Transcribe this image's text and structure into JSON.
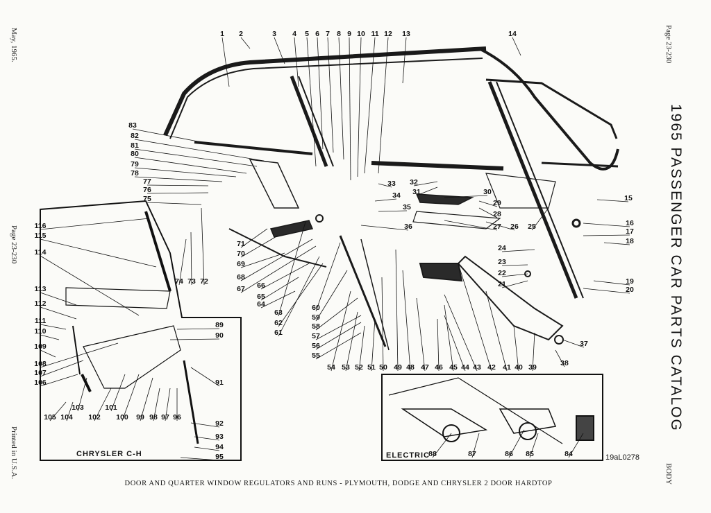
{
  "page": {
    "date": "May, 1965.",
    "page_ref_top": "Page 23-230",
    "page_ref_left": "Page 23-230",
    "printed": "Printed in U.S.A.",
    "section": "BODY",
    "catalog_title": "1965 PASSENGER CAR PARTS CATALOG",
    "figure_code": "19aL0278",
    "caption": "DOOR AND QUARTER WINDOW REGULATORS AND RUNS - PLYMOUTH, DODGE AND CHRYSLER 2 DOOR HARDTOP"
  },
  "insets": {
    "chrysler": "CHRYSLER C-H",
    "electric": "ELECTRIC"
  },
  "callouts": [
    "1",
    "2",
    "3",
    "4",
    "5",
    "6",
    "7",
    "8",
    "9",
    "10",
    "11",
    "12",
    "13",
    "14",
    "15",
    "16",
    "17",
    "18",
    "19",
    "20",
    "21",
    "22",
    "23",
    "24",
    "25",
    "26",
    "27",
    "28",
    "29",
    "30",
    "31",
    "32",
    "33",
    "34",
    "35",
    "36",
    "37",
    "38",
    "39",
    "40",
    "41",
    "42",
    "43",
    "44",
    "45",
    "46",
    "47",
    "48",
    "49",
    "50",
    "51",
    "52",
    "53",
    "54",
    "55",
    "56",
    "57",
    "58",
    "59",
    "60",
    "61",
    "62",
    "63",
    "64",
    "65",
    "66",
    "67",
    "68",
    "69",
    "70",
    "71",
    "72",
    "73",
    "74",
    "75",
    "76",
    "77",
    "78",
    "79",
    "80",
    "81",
    "82",
    "83",
    "84",
    "85",
    "86",
    "87",
    "88",
    "89",
    "90",
    "91",
    "92",
    "93",
    "94",
    "95",
    "96",
    "97",
    "98",
    "99",
    "100",
    "101",
    "102",
    "103",
    "104",
    "105",
    "106",
    "107",
    "108",
    "109",
    "110",
    "111",
    "112",
    "113",
    "114",
    "115",
    "116"
  ]
}
